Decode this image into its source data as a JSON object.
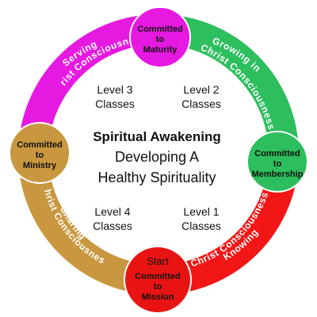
{
  "center": {
    "title": "Spiritual Awakening",
    "subtitle_line1": "Developing A",
    "subtitle_line2": "Healthy Spirituality"
  },
  "levels": {
    "level3": {
      "line1": "Level 3",
      "line2": "Classes"
    },
    "level2": {
      "line1": "Level 2",
      "line2": "Classes"
    },
    "level4": {
      "line1": "Level 4",
      "line2": "Classes"
    },
    "level1": {
      "line1": "Level 1",
      "line2": "Classes"
    }
  },
  "arcs": {
    "serving": {
      "line1": "Serving",
      "line2": "Christ Consciousness",
      "color": "#E619E0"
    },
    "growing": {
      "line1": "Growing in",
      "line2": "Christ Consciousness",
      "color": "#2DBE5E"
    },
    "knowing": {
      "line1": "Knowing",
      "line2": "Christ Consciousness",
      "color": "#F21616"
    },
    "sharing": {
      "line1": "Sharing",
      "line2": "Christ Consciousness",
      "color": "#C9973F"
    }
  },
  "nodes": {
    "maturity": {
      "line1": "Committed",
      "line2": "to",
      "line3": "Maturity",
      "color": "#E619E0"
    },
    "membership": {
      "line1": "Committed",
      "line2": "to",
      "line3": "Membership",
      "color": "#2DBE5E"
    },
    "mission": {
      "start": "Start",
      "line1": "Committed",
      "line2": "to",
      "line3": "Mission",
      "color": "#E81414"
    },
    "ministry": {
      "line1": "Committed",
      "line2": "to",
      "line3": "Ministry",
      "color": "#C9973F"
    }
  }
}
